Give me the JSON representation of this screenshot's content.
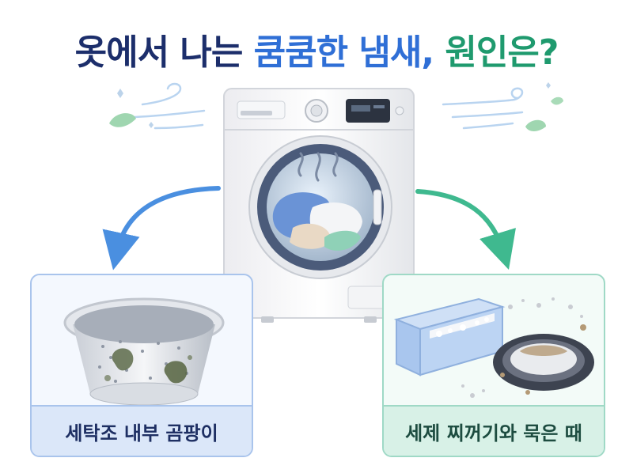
{
  "title": {
    "part1": "옷에서 나는 ",
    "part2": "쿰쿰한 냄새, ",
    "part3": "원인은?"
  },
  "causes": [
    {
      "label": "세탁조 내부 곰팡이"
    },
    {
      "label": "세제 찌꺼기와 묵은 때"
    }
  ],
  "colors": {
    "title_dark": "#1c2e6b",
    "title_blue": "#2f6fd6",
    "title_green": "#1f9a6e",
    "arrow_blue": "#4a8fe0",
    "arrow_green": "#3fb98f",
    "caption_left": "#1e2f63",
    "caption_right": "#1d4c40"
  }
}
